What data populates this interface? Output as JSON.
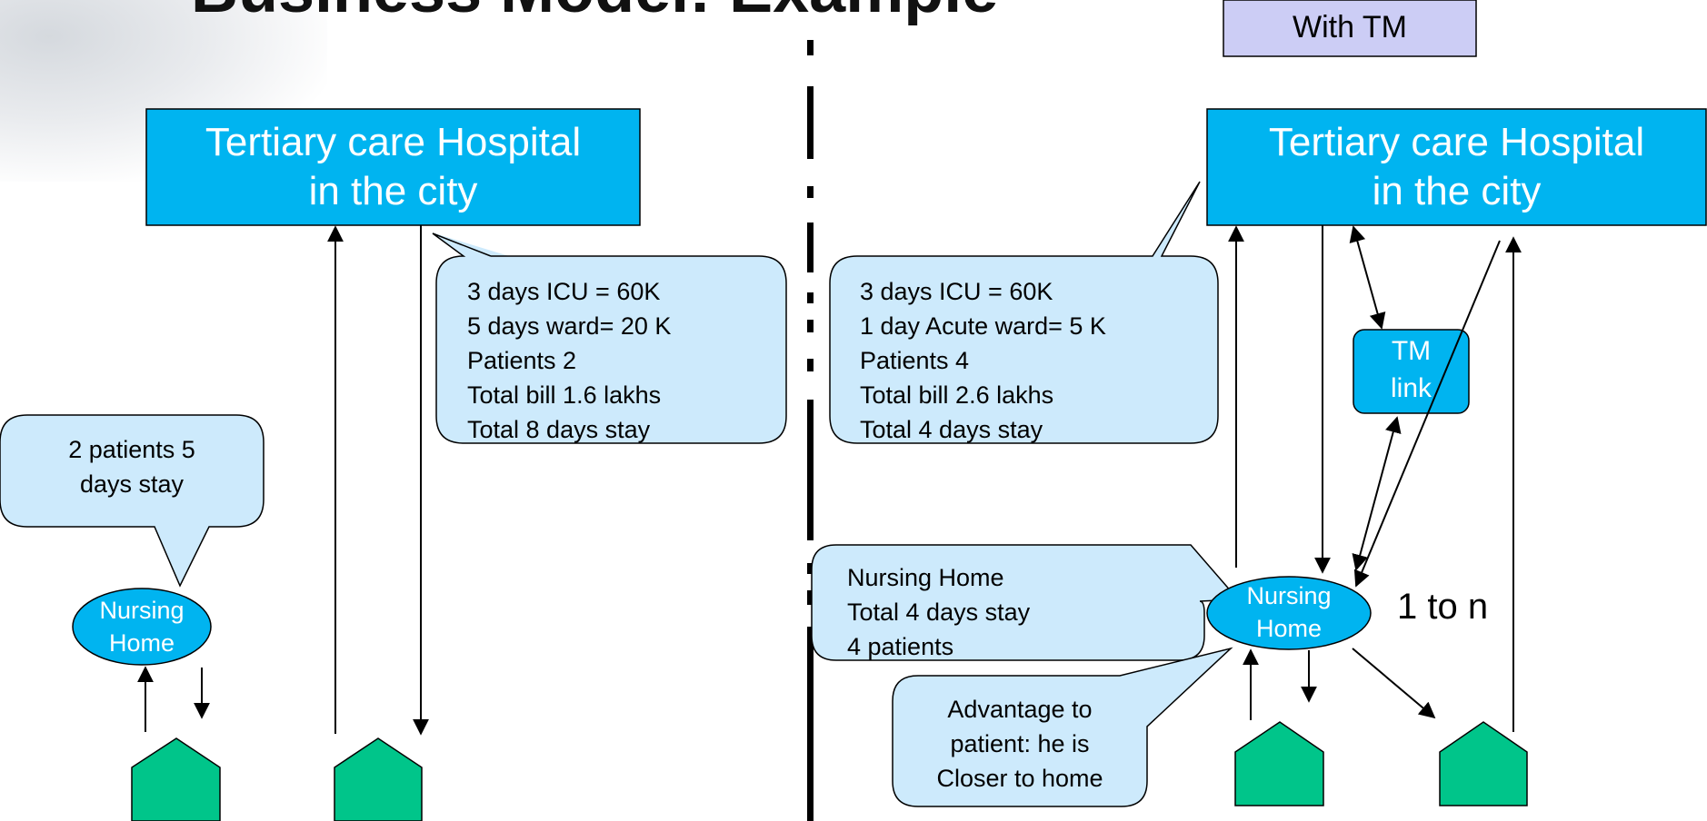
{
  "slide_title": "Business Model: Example",
  "with_tm_label": "With TM",
  "left": {
    "hospital": {
      "line1": "Tertiary care Hospital",
      "line2": "in the city"
    },
    "cost_callout": [
      "3 days ICU = 60K",
      "5 days ward= 20 K",
      "Patients 2",
      "Total bill 1.6 lakhs",
      "Total 8 days stay"
    ],
    "nursing_callout": [
      "2 patients 5",
      "days stay"
    ],
    "nursing_home": {
      "line1": "Nursing",
      "line2": "Home"
    }
  },
  "right": {
    "hospital": {
      "line1": "Tertiary care Hospital",
      "line2": "in the city"
    },
    "cost_callout": [
      "3 days ICU = 60K",
      "1 day Acute ward= 5 K",
      "Patients 4",
      "Total bill 2.6 lakhs",
      "Total 4 days stay"
    ],
    "tm_link": {
      "line1": "TM",
      "line2": "link"
    },
    "nursing_callout": [
      "Nursing Home",
      "Total 4 days stay",
      "4 patients"
    ],
    "nursing_home": {
      "line1": "Nursing",
      "line2": "Home"
    },
    "one_to_n": "1 to n",
    "advantage_callout": [
      "Advantage to",
      "patient: he is",
      "Closer to home"
    ]
  },
  "colors": {
    "box_fill": "#00b4f0",
    "callout_fill": "#cdeafc",
    "tm_box_fill": "#cccdf5",
    "house_fill": "#00c58a"
  }
}
